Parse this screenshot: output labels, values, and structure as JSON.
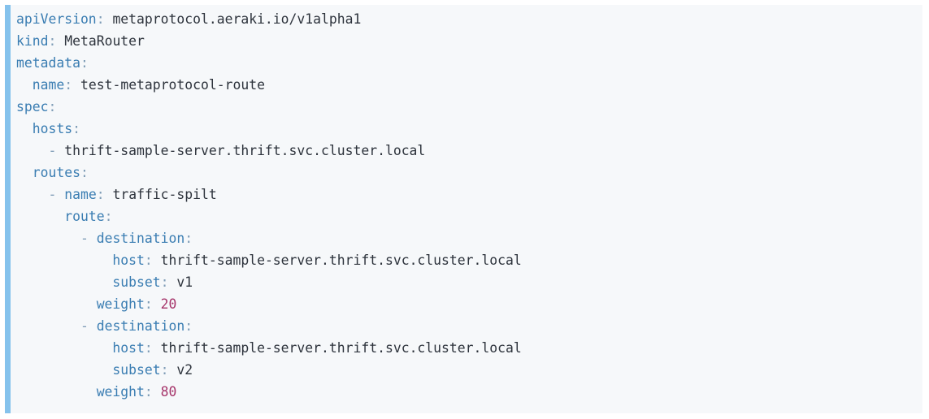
{
  "colors": {
    "page_background": "#ffffff",
    "code_background": "#f6f8fa",
    "accent_bar": "#85c2ec",
    "key": "#3a7db2",
    "punctuation": "#7e9cb6",
    "value": "#2d333c",
    "number": "#a53369"
  },
  "code": {
    "language": "yaml",
    "lines": [
      {
        "tokens": [
          [
            "key",
            "apiVersion"
          ],
          [
            "punct",
            ":"
          ],
          [
            "sp",
            " "
          ],
          [
            "val",
            "metaprotocol.aeraki.io/v1alpha1"
          ]
        ]
      },
      {
        "tokens": [
          [
            "key",
            "kind"
          ],
          [
            "punct",
            ":"
          ],
          [
            "sp",
            " "
          ],
          [
            "val",
            "MetaRouter"
          ]
        ]
      },
      {
        "tokens": [
          [
            "key",
            "metadata"
          ],
          [
            "punct",
            ":"
          ]
        ]
      },
      {
        "tokens": [
          [
            "sp",
            "  "
          ],
          [
            "key",
            "name"
          ],
          [
            "punct",
            ":"
          ],
          [
            "sp",
            " "
          ],
          [
            "val",
            "test-metaprotocol-route"
          ]
        ]
      },
      {
        "tokens": [
          [
            "key",
            "spec"
          ],
          [
            "punct",
            ":"
          ]
        ]
      },
      {
        "tokens": [
          [
            "sp",
            "  "
          ],
          [
            "key",
            "hosts"
          ],
          [
            "punct",
            ":"
          ]
        ]
      },
      {
        "tokens": [
          [
            "sp",
            "    "
          ],
          [
            "punct",
            "-"
          ],
          [
            "sp",
            " "
          ],
          [
            "val",
            "thrift-sample-server.thrift.svc.cluster.local"
          ]
        ]
      },
      {
        "tokens": [
          [
            "sp",
            "  "
          ],
          [
            "key",
            "routes"
          ],
          [
            "punct",
            ":"
          ]
        ]
      },
      {
        "tokens": [
          [
            "sp",
            "    "
          ],
          [
            "punct",
            "-"
          ],
          [
            "sp",
            " "
          ],
          [
            "key",
            "name"
          ],
          [
            "punct",
            ":"
          ],
          [
            "sp",
            " "
          ],
          [
            "val",
            "traffic-spilt"
          ]
        ]
      },
      {
        "tokens": [
          [
            "sp",
            "      "
          ],
          [
            "key",
            "route"
          ],
          [
            "punct",
            ":"
          ]
        ]
      },
      {
        "tokens": [
          [
            "sp",
            "        "
          ],
          [
            "punct",
            "-"
          ],
          [
            "sp",
            " "
          ],
          [
            "key",
            "destination"
          ],
          [
            "punct",
            ":"
          ]
        ]
      },
      {
        "tokens": [
          [
            "sp",
            "            "
          ],
          [
            "key",
            "host"
          ],
          [
            "punct",
            ":"
          ],
          [
            "sp",
            " "
          ],
          [
            "val",
            "thrift-sample-server.thrift.svc.cluster.local"
          ]
        ]
      },
      {
        "tokens": [
          [
            "sp",
            "            "
          ],
          [
            "key",
            "subset"
          ],
          [
            "punct",
            ":"
          ],
          [
            "sp",
            " "
          ],
          [
            "val",
            "v1"
          ]
        ]
      },
      {
        "tokens": [
          [
            "sp",
            "          "
          ],
          [
            "key",
            "weight"
          ],
          [
            "punct",
            ":"
          ],
          [
            "sp",
            " "
          ],
          [
            "num",
            "20"
          ]
        ]
      },
      {
        "tokens": [
          [
            "sp",
            "        "
          ],
          [
            "punct",
            "-"
          ],
          [
            "sp",
            " "
          ],
          [
            "key",
            "destination"
          ],
          [
            "punct",
            ":"
          ]
        ]
      },
      {
        "tokens": [
          [
            "sp",
            "            "
          ],
          [
            "key",
            "host"
          ],
          [
            "punct",
            ":"
          ],
          [
            "sp",
            " "
          ],
          [
            "val",
            "thrift-sample-server.thrift.svc.cluster.local"
          ]
        ]
      },
      {
        "tokens": [
          [
            "sp",
            "            "
          ],
          [
            "key",
            "subset"
          ],
          [
            "punct",
            ":"
          ],
          [
            "sp",
            " "
          ],
          [
            "val",
            "v2"
          ]
        ]
      },
      {
        "tokens": [
          [
            "sp",
            "          "
          ],
          [
            "key",
            "weight"
          ],
          [
            "punct",
            ":"
          ],
          [
            "sp",
            " "
          ],
          [
            "num",
            "80"
          ]
        ]
      }
    ]
  }
}
